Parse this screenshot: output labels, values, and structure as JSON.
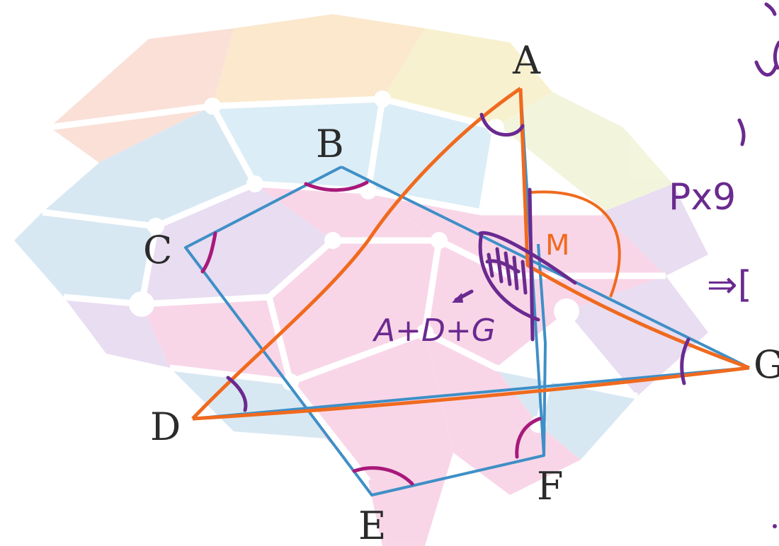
{
  "points": {
    "A": "A",
    "B": "B",
    "C": "C",
    "D": "D",
    "E": "E",
    "F": "F",
    "G": "G"
  },
  "annotations": {
    "angle_sum": "A+D+G",
    "vertex_angle": "M",
    "margin_note": "Px9",
    "implies": "⇒["
  },
  "colors": {
    "hexagon_stroke": "#3f8fc6",
    "triangle_stroke": "#f06a1e",
    "angle_arc_magenta": "#a8197a",
    "angle_arc_purple": "#6a2a8f",
    "background_mesh": [
      "#f6c7b7",
      "#f9d6a5",
      "#bfe0ef",
      "#d7c3e6",
      "#f4b6d6",
      "#b9d6ea",
      "#f2e7a8"
    ]
  }
}
